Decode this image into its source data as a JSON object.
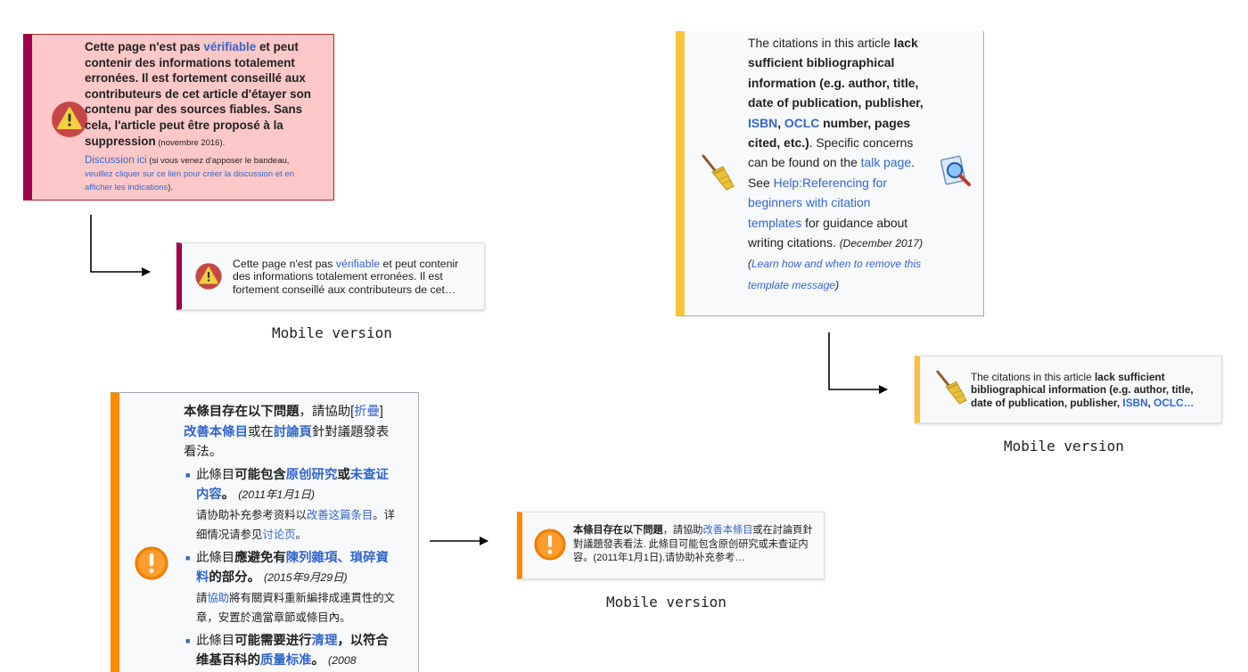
{
  "fr_desktop": {
    "text_before_link": "Cette page n'est pas ",
    "link_verifiable": "vérifiable",
    "text_after_link": " et peut contenir des informations totalement erronées. Il est fortement conseillé aux contributeurs de cet article d'étayer son contenu par des sources fiables. Sans cela, l'article peut être proposé à la ",
    "suppression": "suppression",
    "date": " (novembre 2016).",
    "discussion_link": "Discussion ici",
    "discussion_note": " (si vous venez d'apposer le bandeau, ",
    "discussion_link2": "veuillez cliquer sur ce lien pour créer la discussion et en afficher les indications",
    "discussion_end": ")."
  },
  "fr_mobile": {
    "text_before_link": "Cette page n'est pas ",
    "link_verifiable": "vérifiable",
    "text_after_link": " et peut contenir des informations totalement erronées. Il est fortement conseillé aux contributeurs de cet…",
    "caption": "Mobile version"
  },
  "en_desktop": {
    "t1": "The citations in this article ",
    "t2_bold": "lack sufficient bibliographical information (e.g. author, title, date of publication, publisher, ",
    "isbn": "ISBN",
    "comma": ", ",
    "oclc": "OCLC",
    "t3_bold": " number, pages cited, etc.)",
    "t4": ". Specific concerns can be found on the ",
    "talk_page": "talk page",
    "t5": ". See ",
    "help_link": "Help:Referencing for beginners with citation templates",
    "t6": " for guidance about writing citations. ",
    "date": "(December 2017)",
    "learn_open": " (",
    "learn_link": "Learn how and when to remove this template message",
    "learn_close": ")",
    "icons": [
      "broom-icon",
      "magnifier-icon"
    ]
  },
  "en_mobile": {
    "t1": "The citations in this article ",
    "t2_bold": "lack sufficient bibliographical information (e.g. author, title, date of publication, publisher, ",
    "isbn": "ISBN",
    "comma": ", ",
    "oclc": "OCLC…",
    "caption": "Mobile version"
  },
  "zh_desktop": {
    "intro_bold": "本條目存在以下問題",
    "intro_1": "，請協助",
    "fold_open": "[",
    "fold_link": "折疊",
    "fold_close": "]",
    "improve_link": "改善本條目",
    "intro_2": "或在",
    "talk_link": "討論頁",
    "intro_3": "針對議題發表看法。",
    "issues": [
      {
        "pre": "此條目",
        "bold": "可能包含",
        "link1": "原创研究",
        "or": "或",
        "link2": "未查证内容",
        "end": "。",
        "date": "(2011年1月1日)",
        "sub_1": "请协助补充参考资料以",
        "sub_link": "改善这篇条目",
        "sub_2": "。详细情况请参见",
        "sub_link2": "讨论页",
        "sub_3": "。"
      },
      {
        "pre": "此條目",
        "bold": "應避免有",
        "link1": "陳列雜項、瑣碎資料",
        "end": "的部分。",
        "date": "(2015年9月29日)",
        "sub_1": "請",
        "sub_link": "協助",
        "sub_2": "將有關資料重新編排成連貫性的文章，安置於適當章節或條目內。"
      },
      {
        "pre": "此條目",
        "bold": "可能需要进行",
        "link1": "清理",
        "mid": "，以符合维基百科的",
        "link2": "质量标准",
        "end": "。",
        "date": "(2008"
      }
    ]
  },
  "zh_mobile": {
    "bold": "本條目存在以下問題",
    "t1": "，請協助",
    "improve_link": "改善本條目",
    "t2": "或在討論頁針對議題發表看法. 此條目可能包含原创研究或未查证内容。(2011年1月1日).请协助补充参考…",
    "caption": "Mobile version"
  },
  "colors": {
    "fr_stripe": "#a0004a",
    "fr_bg": "#ffc8c8",
    "en_stripe": "#fcc338",
    "zh_stripe": "#ff8800",
    "link": "#3366cc"
  }
}
